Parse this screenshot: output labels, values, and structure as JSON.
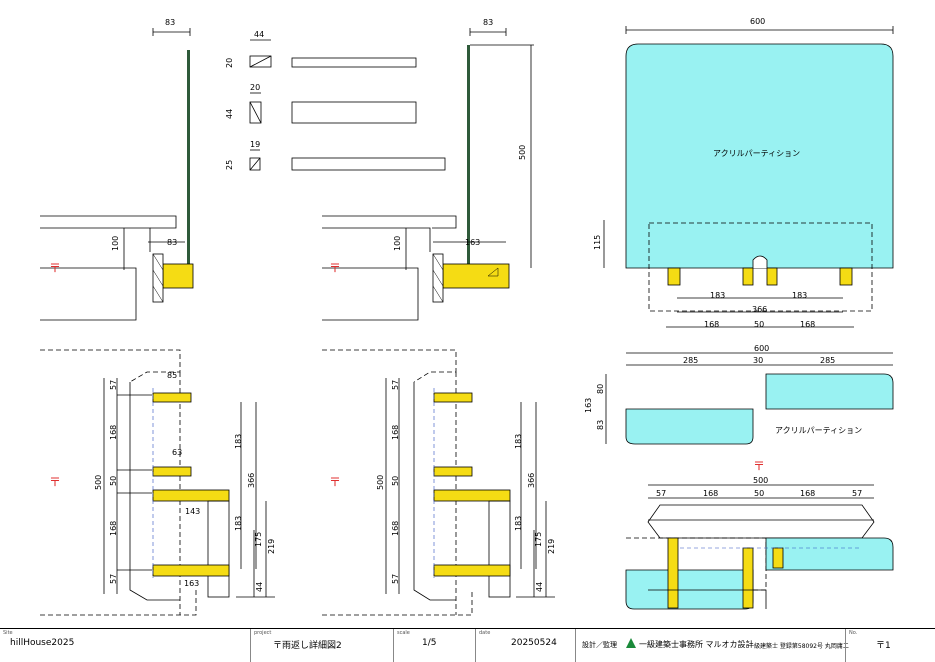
{
  "drawing": {
    "title_symbol": "〒",
    "acrylic_label": "アクリルパーティション",
    "dims": {
      "d83a": "83",
      "d83b": "83",
      "d83c": "83",
      "d163": "163",
      "d100a": "100",
      "d100b": "100",
      "d500a": "500",
      "s44": "44",
      "s20a": "20",
      "s20b": "20",
      "s44b": "44",
      "s19": "19",
      "s25": "25",
      "p600": "600",
      "p115": "115",
      "p183a": "183",
      "p183b": "183",
      "p366": "366",
      "p168a": "168",
      "p50": "50",
      "p168b": "168",
      "q600": "600",
      "q285a": "285",
      "q30": "30",
      "q285b": "285",
      "q80": "80",
      "q163": "163",
      "q83": "83",
      "r500": "500",
      "r57a": "57",
      "r168a": "168",
      "r50": "50",
      "r168b": "168",
      "r57b": "57",
      "l500": "500",
      "l57a": "57",
      "l168a": "168",
      "l50": "50",
      "l168b": "168",
      "l57b": "57",
      "l85": "85",
      "l63": "63",
      "l143": "143",
      "l163": "163",
      "l183a": "183",
      "l366": "366",
      "l183b": "183",
      "l175": "175",
      "l219": "219",
      "l44": "44",
      "m500": "500",
      "m57a": "57",
      "m168a": "168",
      "m50": "50",
      "m168b": "168",
      "m57b": "57",
      "m183a": "183",
      "m366": "366",
      "m183b": "183",
      "m175": "175",
      "m219": "219",
      "m44": "44"
    }
  },
  "titleblock": {
    "site_label": "Site",
    "site": "hillHouse2025",
    "project_label": "project",
    "project": "〒雨返し詳細図2",
    "scale_label": "scale",
    "scale": "1/5",
    "date_label": "date",
    "date": "20250524",
    "design_label": "設計／監理",
    "office": "一級建築士事務所 マルオカ設計",
    "architect": "一級建築士 登録第58092号 丸岡庸二",
    "no_label": "No.",
    "no": "〒1"
  },
  "colors": {
    "acrylic": "#99F2F2",
    "wood": "#F5DC14",
    "post": "#2F5A3A",
    "mark": "#E03030"
  }
}
